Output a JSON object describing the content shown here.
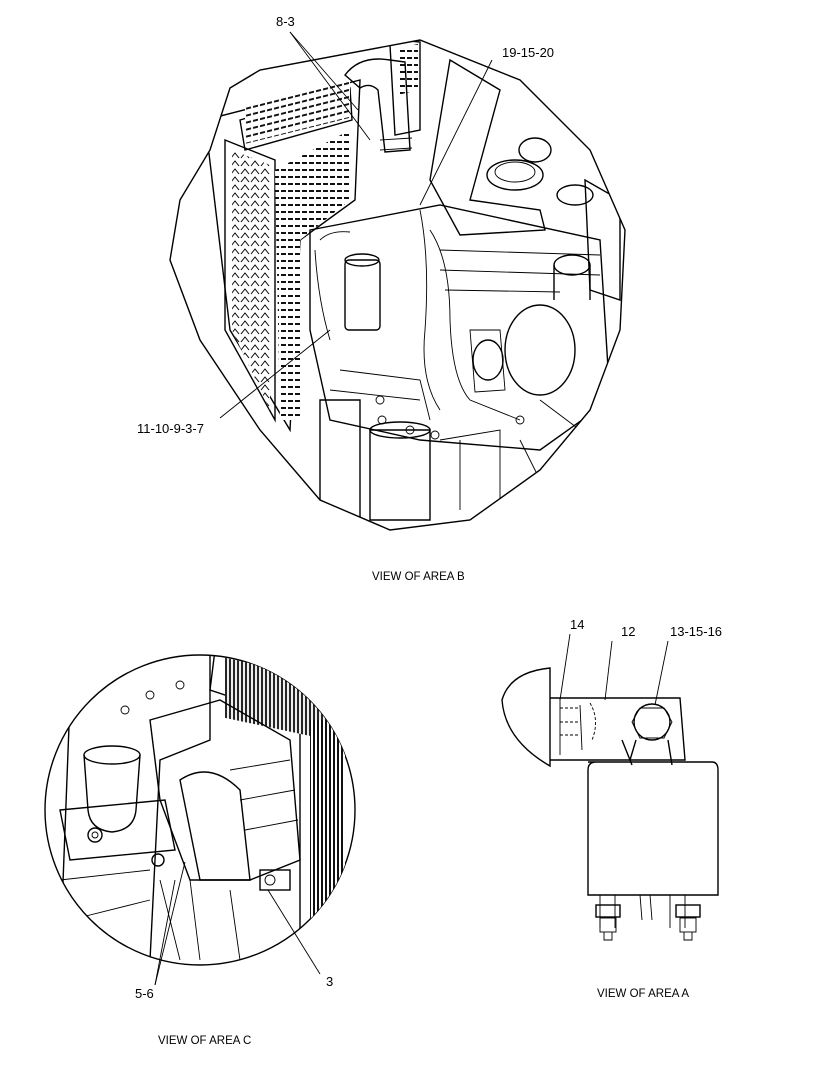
{
  "views": {
    "area_b": {
      "caption": "VIEW OF AREA B",
      "callouts": [
        "8-3",
        "19-15-20",
        "11-10-9-3-7"
      ]
    },
    "area_c": {
      "caption": "VIEW OF AREA C",
      "callouts": [
        "5-6",
        "3"
      ]
    },
    "area_a": {
      "caption": "VIEW OF AREA A",
      "callouts": [
        "14",
        "12",
        "13-15-16"
      ]
    }
  }
}
